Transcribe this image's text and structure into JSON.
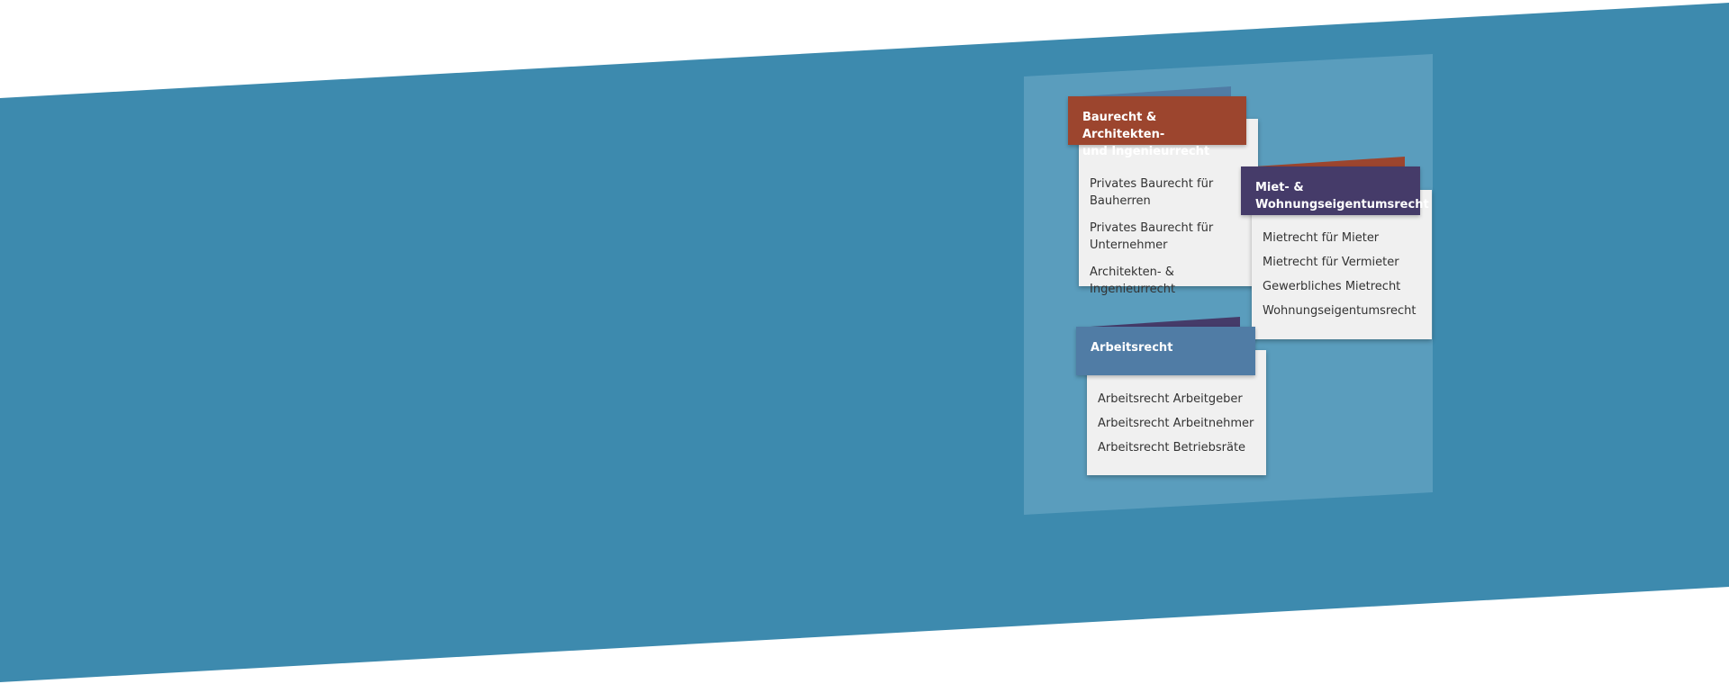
{
  "colors": {
    "band": "#3d8aae",
    "panel": "#5a9dbd",
    "orange": "#9c452e",
    "purple": "#453b69",
    "steel": "#507ca5",
    "card_body": "#f0f0f0"
  },
  "cards": [
    {
      "title_line1": "Baurecht & Architekten-",
      "title_line2": "und Ingenieurrecht",
      "items": [
        {
          "line1": "Privates Baurecht für",
          "line2": "Bauherren"
        },
        {
          "line1": "Privates Baurecht für",
          "line2": "Unternehmer"
        },
        {
          "line1": "Architekten- &",
          "line2": "Ingenieurrecht"
        }
      ]
    },
    {
      "title_line1": "Miet- &",
      "title_line2": "Wohnungseigentumsrecht",
      "items": [
        "Mietrecht für Mieter",
        "Mietrecht für Vermieter",
        "Gewerbliches Mietrecht",
        "Wohnungseigentumsrecht"
      ]
    },
    {
      "title_line1": "Arbeitsrecht",
      "items": [
        "Arbeitsrecht Arbeitgeber",
        "Arbeitsrecht Arbeitnehmer",
        "Arbeitsrecht Betriebsräte"
      ]
    }
  ]
}
